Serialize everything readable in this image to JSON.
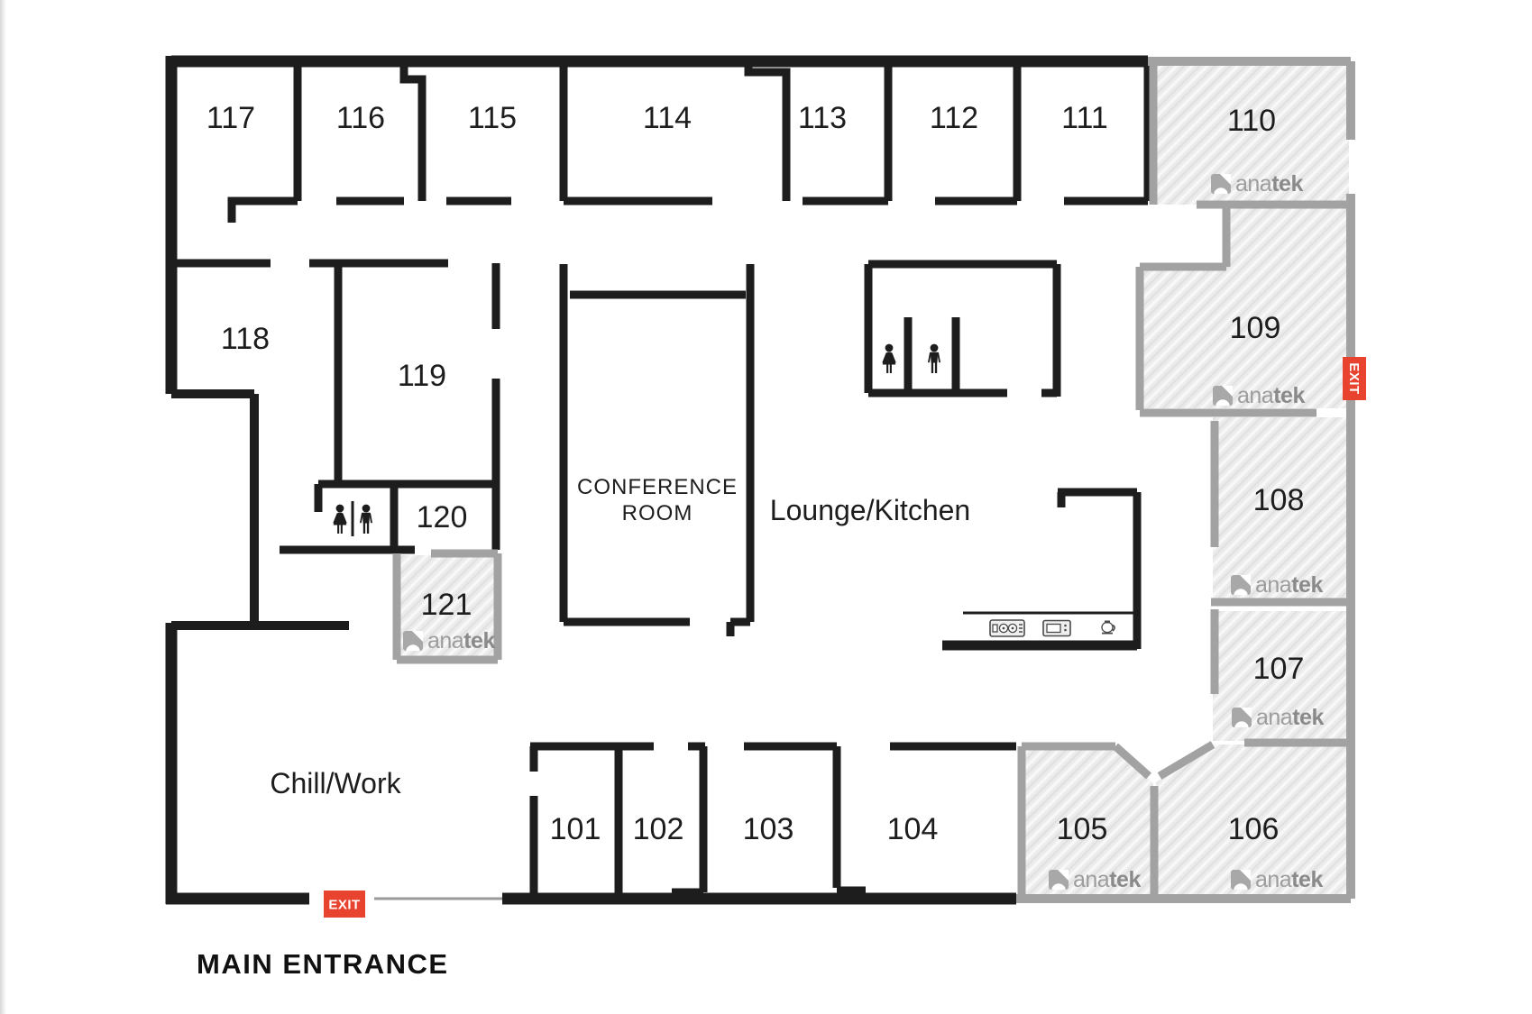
{
  "plan": {
    "rooms": {
      "r101": "101",
      "r102": "102",
      "r103": "103",
      "r104": "104",
      "r105": "105",
      "r106": "106",
      "r107": "107",
      "r108": "108",
      "r109": "109",
      "r110": "110",
      "r111": "111",
      "r112": "112",
      "r113": "113",
      "r114": "114",
      "r115": "115",
      "r116": "116",
      "r117": "117",
      "r118": "118",
      "r119": "119",
      "r120": "120",
      "r121": "121"
    },
    "areas": {
      "conference_line1": "CONFERENCE",
      "conference_line2": "ROOM",
      "lounge_kitchen": "Lounge/Kitchen",
      "chill_work": "Chill/Work"
    },
    "signs": {
      "exit": "EXIT",
      "main_entrance": "MAIN ENTRANCE"
    },
    "brand": {
      "ana": "ana",
      "tek": "tek"
    },
    "branded_rooms": [
      "110",
      "109",
      "108",
      "107",
      "106",
      "105",
      "121"
    ],
    "icons": {
      "woman": "woman-icon",
      "man": "man-icon",
      "cooktop": "cooktop-icon",
      "microwave": "microwave-icon",
      "coffee": "coffee-maker-icon",
      "brand_mark": "anatek-mark-icon"
    },
    "colors": {
      "wall_black": "#1d1d1d",
      "wall_gray": "#a2a2a2",
      "exit_red": "#e8432f",
      "logo_gray": "#9d9d9d",
      "logo_gray_bold": "#8a8a8a",
      "hatch_base": "#ebebeb",
      "hatch_light": "#f8f8f8",
      "hatch_dark": "#e0e0e0"
    }
  }
}
